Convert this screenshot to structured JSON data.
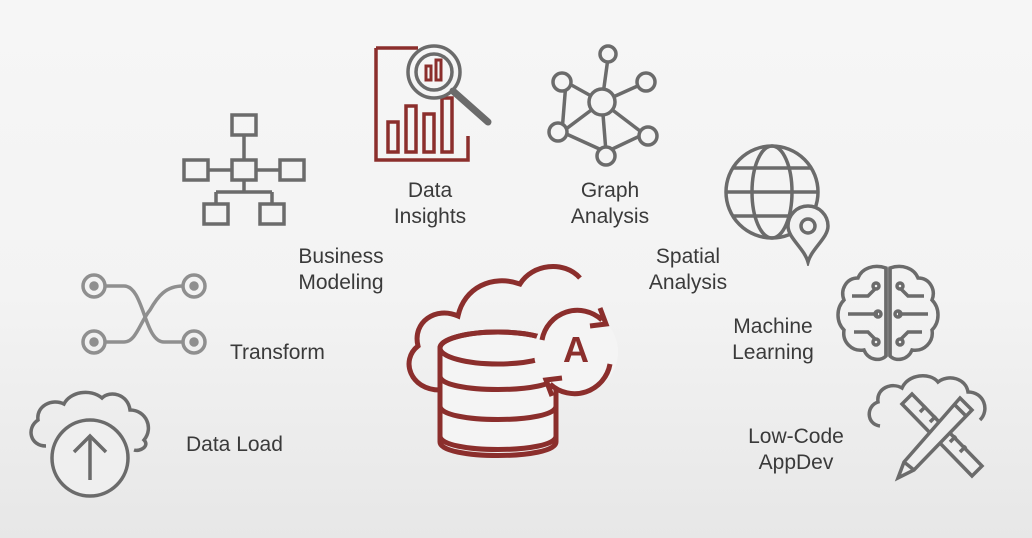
{
  "colors": {
    "icon_gray": "#6b6b6b",
    "brand_red": "#8b2e2c"
  },
  "center": {
    "icon": "autonomous-database-cloud-icon",
    "badge_letter": "A"
  },
  "items": {
    "data_load": {
      "label": "Data Load",
      "icon": "cloud-upload-icon"
    },
    "transform": {
      "label": "Transform",
      "icon": "transform-flow-icon"
    },
    "business_modeling": {
      "line1": "Business",
      "line2": "Modeling",
      "icon": "hierarchy-diagram-icon"
    },
    "data_insights": {
      "line1": "Data",
      "line2": "Insights",
      "icon": "report-magnifier-icon"
    },
    "graph_analysis": {
      "line1": "Graph",
      "line2": "Analysis",
      "icon": "graph-network-icon"
    },
    "spatial_analysis": {
      "line1": "Spatial",
      "line2": "Analysis",
      "icon": "globe-location-icon"
    },
    "machine_learning": {
      "line1": "Machine",
      "line2": "Learning",
      "icon": "brain-circuit-icon"
    },
    "low_code_appdev": {
      "line1": "Low-Code",
      "line2": "AppDev",
      "icon": "cloud-tools-icon"
    }
  }
}
